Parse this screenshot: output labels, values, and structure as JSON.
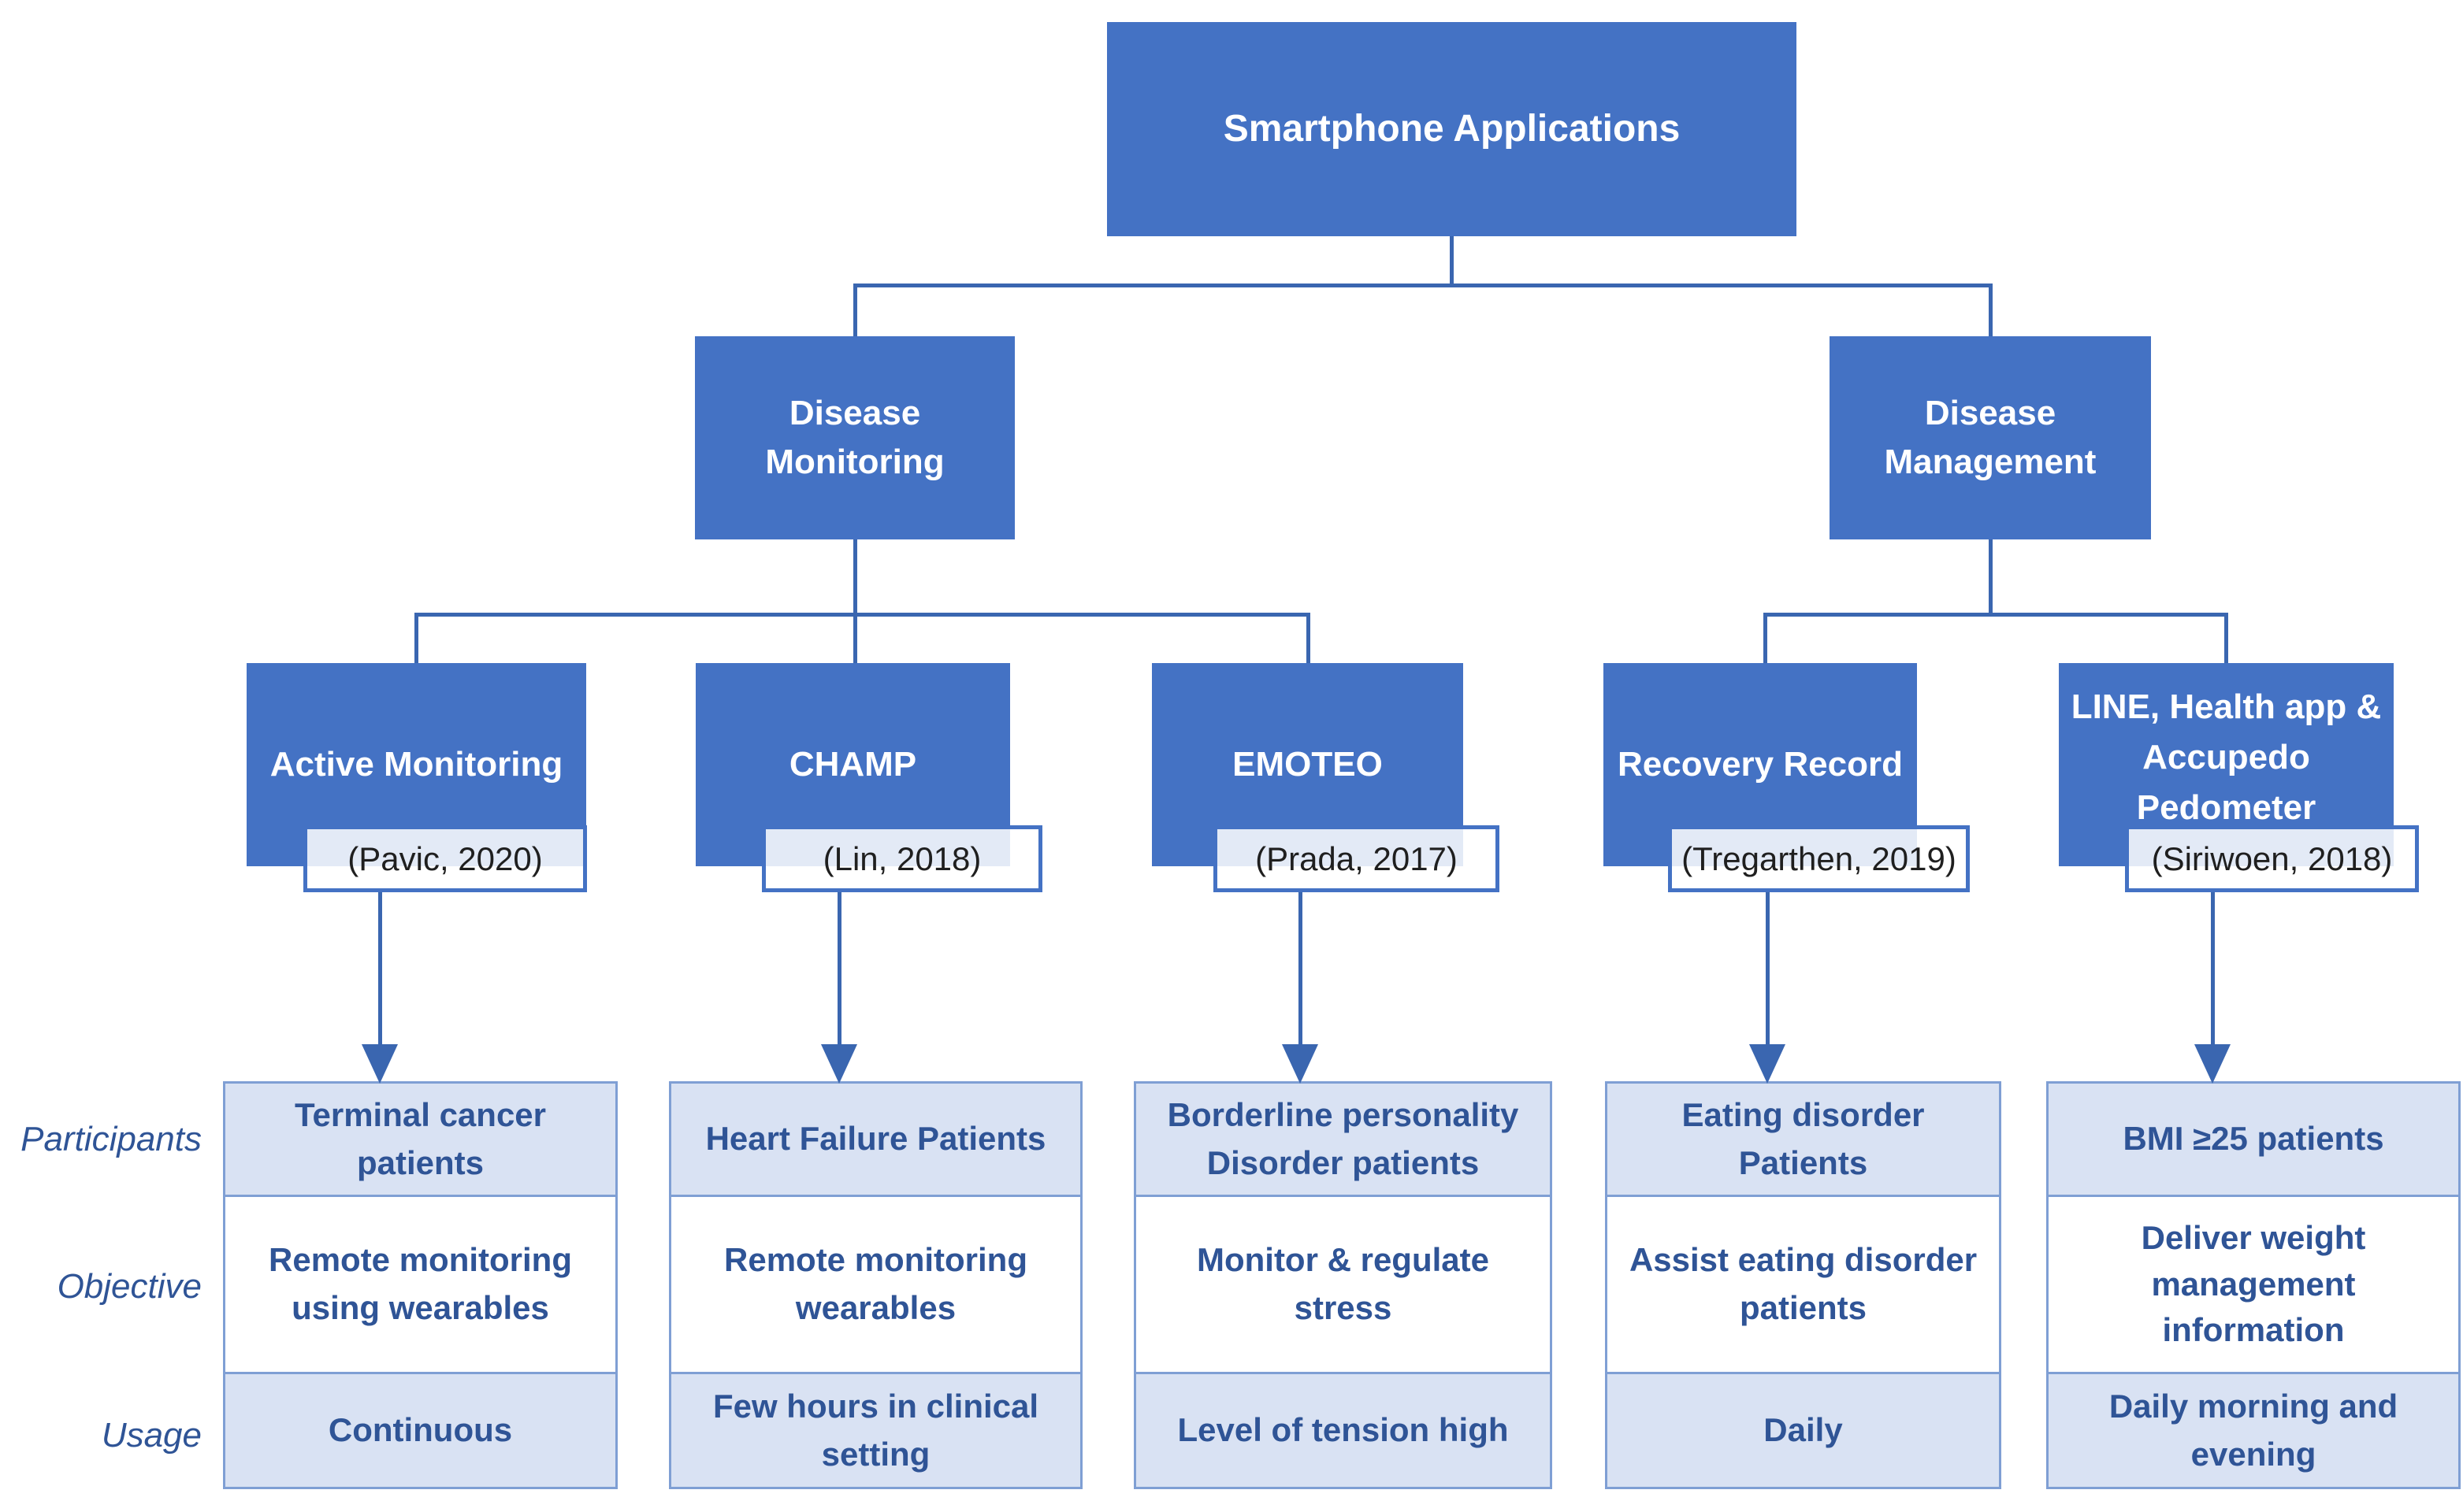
{
  "diagram": {
    "root": "Smartphone Applications",
    "branches": [
      {
        "label": "Disease Monitoring"
      },
      {
        "label": "Disease Management"
      }
    ],
    "apps": [
      {
        "name": "Active Monitoring",
        "citation": "(Pavic, 2020)"
      },
      {
        "name": "CHAMP",
        "citation": "(Lin, 2018)"
      },
      {
        "name": "EMOTEO",
        "citation": "(Prada, 2017)"
      },
      {
        "name": "Recovery Record",
        "citation": "(Tregarthen, 2019)"
      },
      {
        "name": "LINE, Health app & Accupedo Pedometer",
        "citation": "(Siriwoen, 2018)"
      }
    ],
    "attributes": {
      "row_labels": [
        "Participants",
        "Objective",
        "Usage"
      ],
      "entries": [
        {
          "participants": "Terminal cancer patients",
          "objective": "Remote monitoring using wearables",
          "usage": "Continuous"
        },
        {
          "participants": "Heart Failure Patients",
          "objective": "Remote monitoring wearables",
          "usage": "Few hours in clinical setting"
        },
        {
          "participants": "Borderline personality Disorder patients",
          "objective": "Monitor & regulate stress",
          "usage": "Level of tension high"
        },
        {
          "participants": "Eating disorder Patients",
          "objective": "Assist eating disorder patients",
          "usage": "Daily"
        },
        {
          "participants": "BMI ≥25 patients",
          "objective": "Deliver weight management information",
          "usage": "Daily morning and evening"
        }
      ]
    },
    "colors": {
      "box_blue": "#4472C4",
      "line_blue": "#3A66B0",
      "cell_light": "#D9E2F3",
      "cell_border": "#7F9FD4",
      "text_dark_blue": "#2F5496",
      "citation_text": "#1F1F1F"
    }
  }
}
